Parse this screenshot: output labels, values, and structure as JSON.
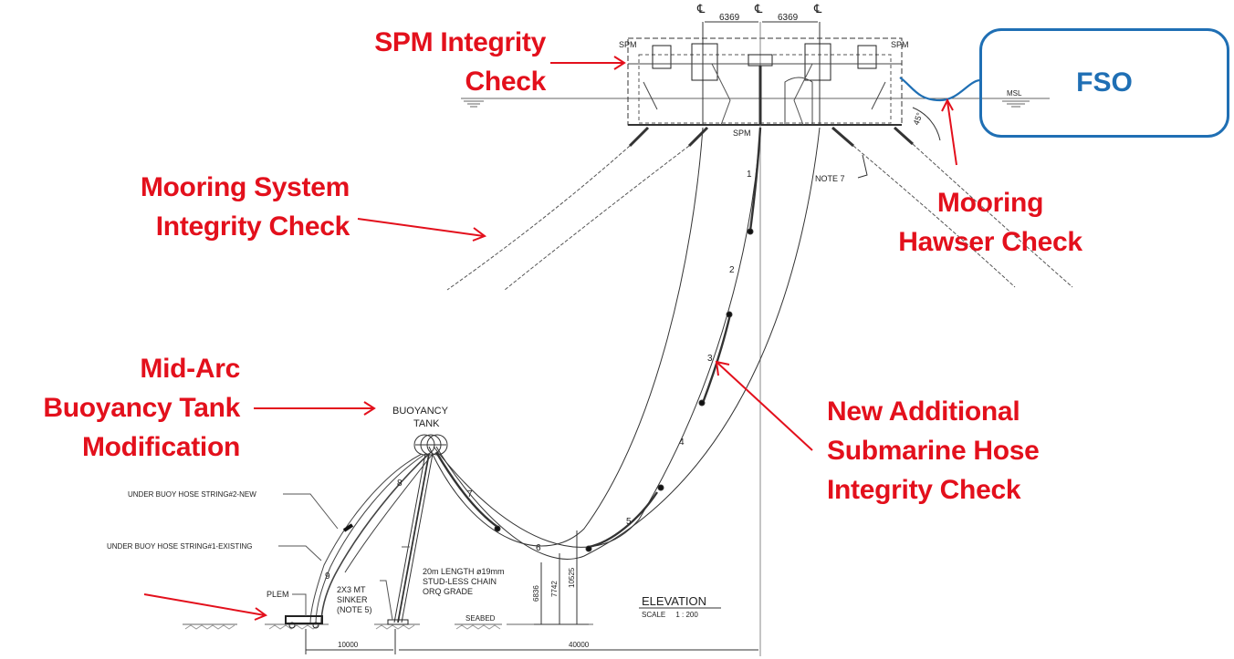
{
  "callouts": {
    "spm_integrity": [
      "SPM Integrity",
      "Check"
    ],
    "mooring_system": [
      "Mooring System",
      "Integrity Check"
    ],
    "mooring_hawser": [
      "Mooring",
      "Hawser Check"
    ],
    "mid_arc": [
      "Mid-Arc",
      "Buoyancy Tank",
      "Modification"
    ],
    "submarine_hose": [
      "New Additional",
      "Submarine Hose",
      "Integrity Check"
    ]
  },
  "fso": {
    "label": "FSO"
  },
  "drawing": {
    "centerline_symbol": "℄",
    "dim_top_left": "6369",
    "dim_top_right": "6369",
    "spm_left": "SPM",
    "spm_right": "SPM",
    "spm_bottom": "SPM",
    "msl": "MSL",
    "angle": "45°",
    "note7": "NOTE 7",
    "buoyancy_tank": [
      "BUOYANCY",
      "TANK"
    ],
    "hose_string_2": "UNDER BUOY HOSE STRING#2-NEW",
    "hose_string_1": "UNDER BUOY HOSE STRING#1-EXISTING",
    "plem": "PLEM",
    "sinker": [
      "2X3 MT",
      "SINKER",
      "(NOTE 5)"
    ],
    "chain": [
      "20m LENGTH ø19mm",
      "STUD-LESS CHAIN",
      "ORQ GRADE"
    ],
    "seabed": "SEABED",
    "dim_6836": "6836",
    "dim_7742": "7742",
    "dim_10525": "10525",
    "dim_10000": "10000",
    "dim_40000": "40000",
    "elevation": "ELEVATION",
    "scale": "SCALE     1 : 200",
    "hose_numbers": [
      "1",
      "2",
      "3",
      "4",
      "5",
      "6",
      "7",
      "8",
      "9"
    ]
  },
  "colors": {
    "callout_red": "#e3101c",
    "fso_blue": "#1f6fb4",
    "line": "#333333"
  }
}
